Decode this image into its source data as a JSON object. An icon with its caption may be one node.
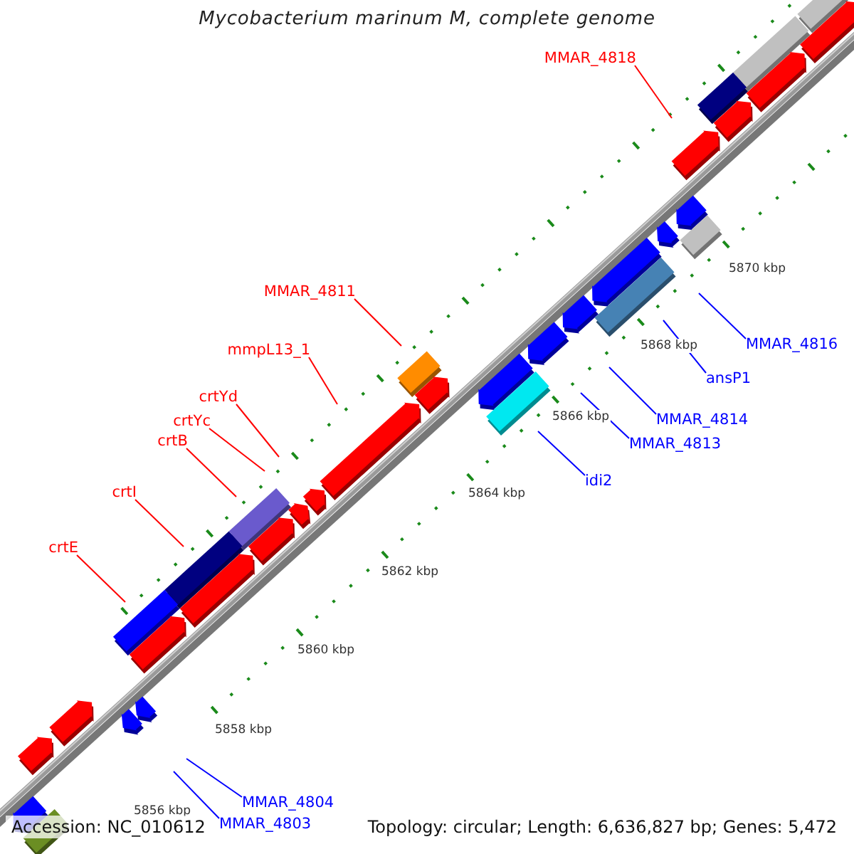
{
  "diagram": {
    "title": "Mycobacterium marinum M, complete genome",
    "nodes": [
      {
        "text": [
          "MMAR_4818"
        ]
      },
      {
        "text": [
          "MMAR_4811"
        ]
      },
      {
        "text": [
          "MMAR_4816"
        ]
      },
      {
        "text": [
          "mmpL13_1"
        ]
      },
      {
        "text": [
          "ansP1"
        ]
      },
      {
        "text": [
          "crtYd"
        ]
      },
      {
        "text": [
          "MMAR_4814"
        ]
      },
      {
        "text": [
          "crtYc"
        ]
      },
      {
        "text": [
          "crtB"
        ]
      },
      {
        "text": [
          "MMAR_4813"
        ]
      },
      {
        "text": [
          "idi2"
        ]
      },
      {
        "text": [
          "crtI"
        ]
      },
      {
        "text": [
          "crtE"
        ]
      },
      {
        "text": [
          "MMAR_4804"
        ]
      },
      {
        "text": [
          "MMAR_4803"
        ]
      }
    ],
    "edges": [
      {
        "from": 0,
        "to": null,
        "arrow": "none"
      },
      {
        "from": 1,
        "to": null,
        "arrow": "none"
      },
      {
        "from": 2,
        "to": null,
        "arrow": "none",
        "color": "#0000ff"
      },
      {
        "from": 3,
        "to": null,
        "arrow": "none"
      },
      {
        "from": 4,
        "to": null,
        "arrow": "none",
        "color": "#0000ff"
      },
      {
        "from": 5,
        "to": null,
        "arrow": "none"
      },
      {
        "from": 6,
        "to": null,
        "arrow": "none",
        "color": "#0000ff"
      },
      {
        "from": 7,
        "to": null,
        "arrow": "none"
      },
      {
        "from": 8,
        "to": null,
        "arrow": "none"
      },
      {
        "from": 9,
        "to": null,
        "arrow": "none",
        "color": "#0000ff"
      },
      {
        "from": 10,
        "to": null,
        "arrow": "none",
        "color": "#0000ff"
      },
      {
        "from": 11,
        "to": null,
        "arrow": "none"
      },
      {
        "from": 12,
        "to": null,
        "arrow": "none"
      },
      {
        "from": 13,
        "to": null,
        "arrow": "none",
        "color": "#0000ff"
      },
      {
        "from": 14,
        "to": null,
        "arrow": "none",
        "color": "#0000ff"
      }
    ],
    "labels": [
      "5870 kbp",
      "5868 kbp",
      "5866 kbp",
      "5864 kbp",
      "5862 kbp",
      "5860 kbp",
      "5858 kbp",
      "5856 kbp",
      "Accession: NC_010612",
      "Topology: circular; Length: 6,636,827 bp; Genes: 5,472"
    ]
  }
}
